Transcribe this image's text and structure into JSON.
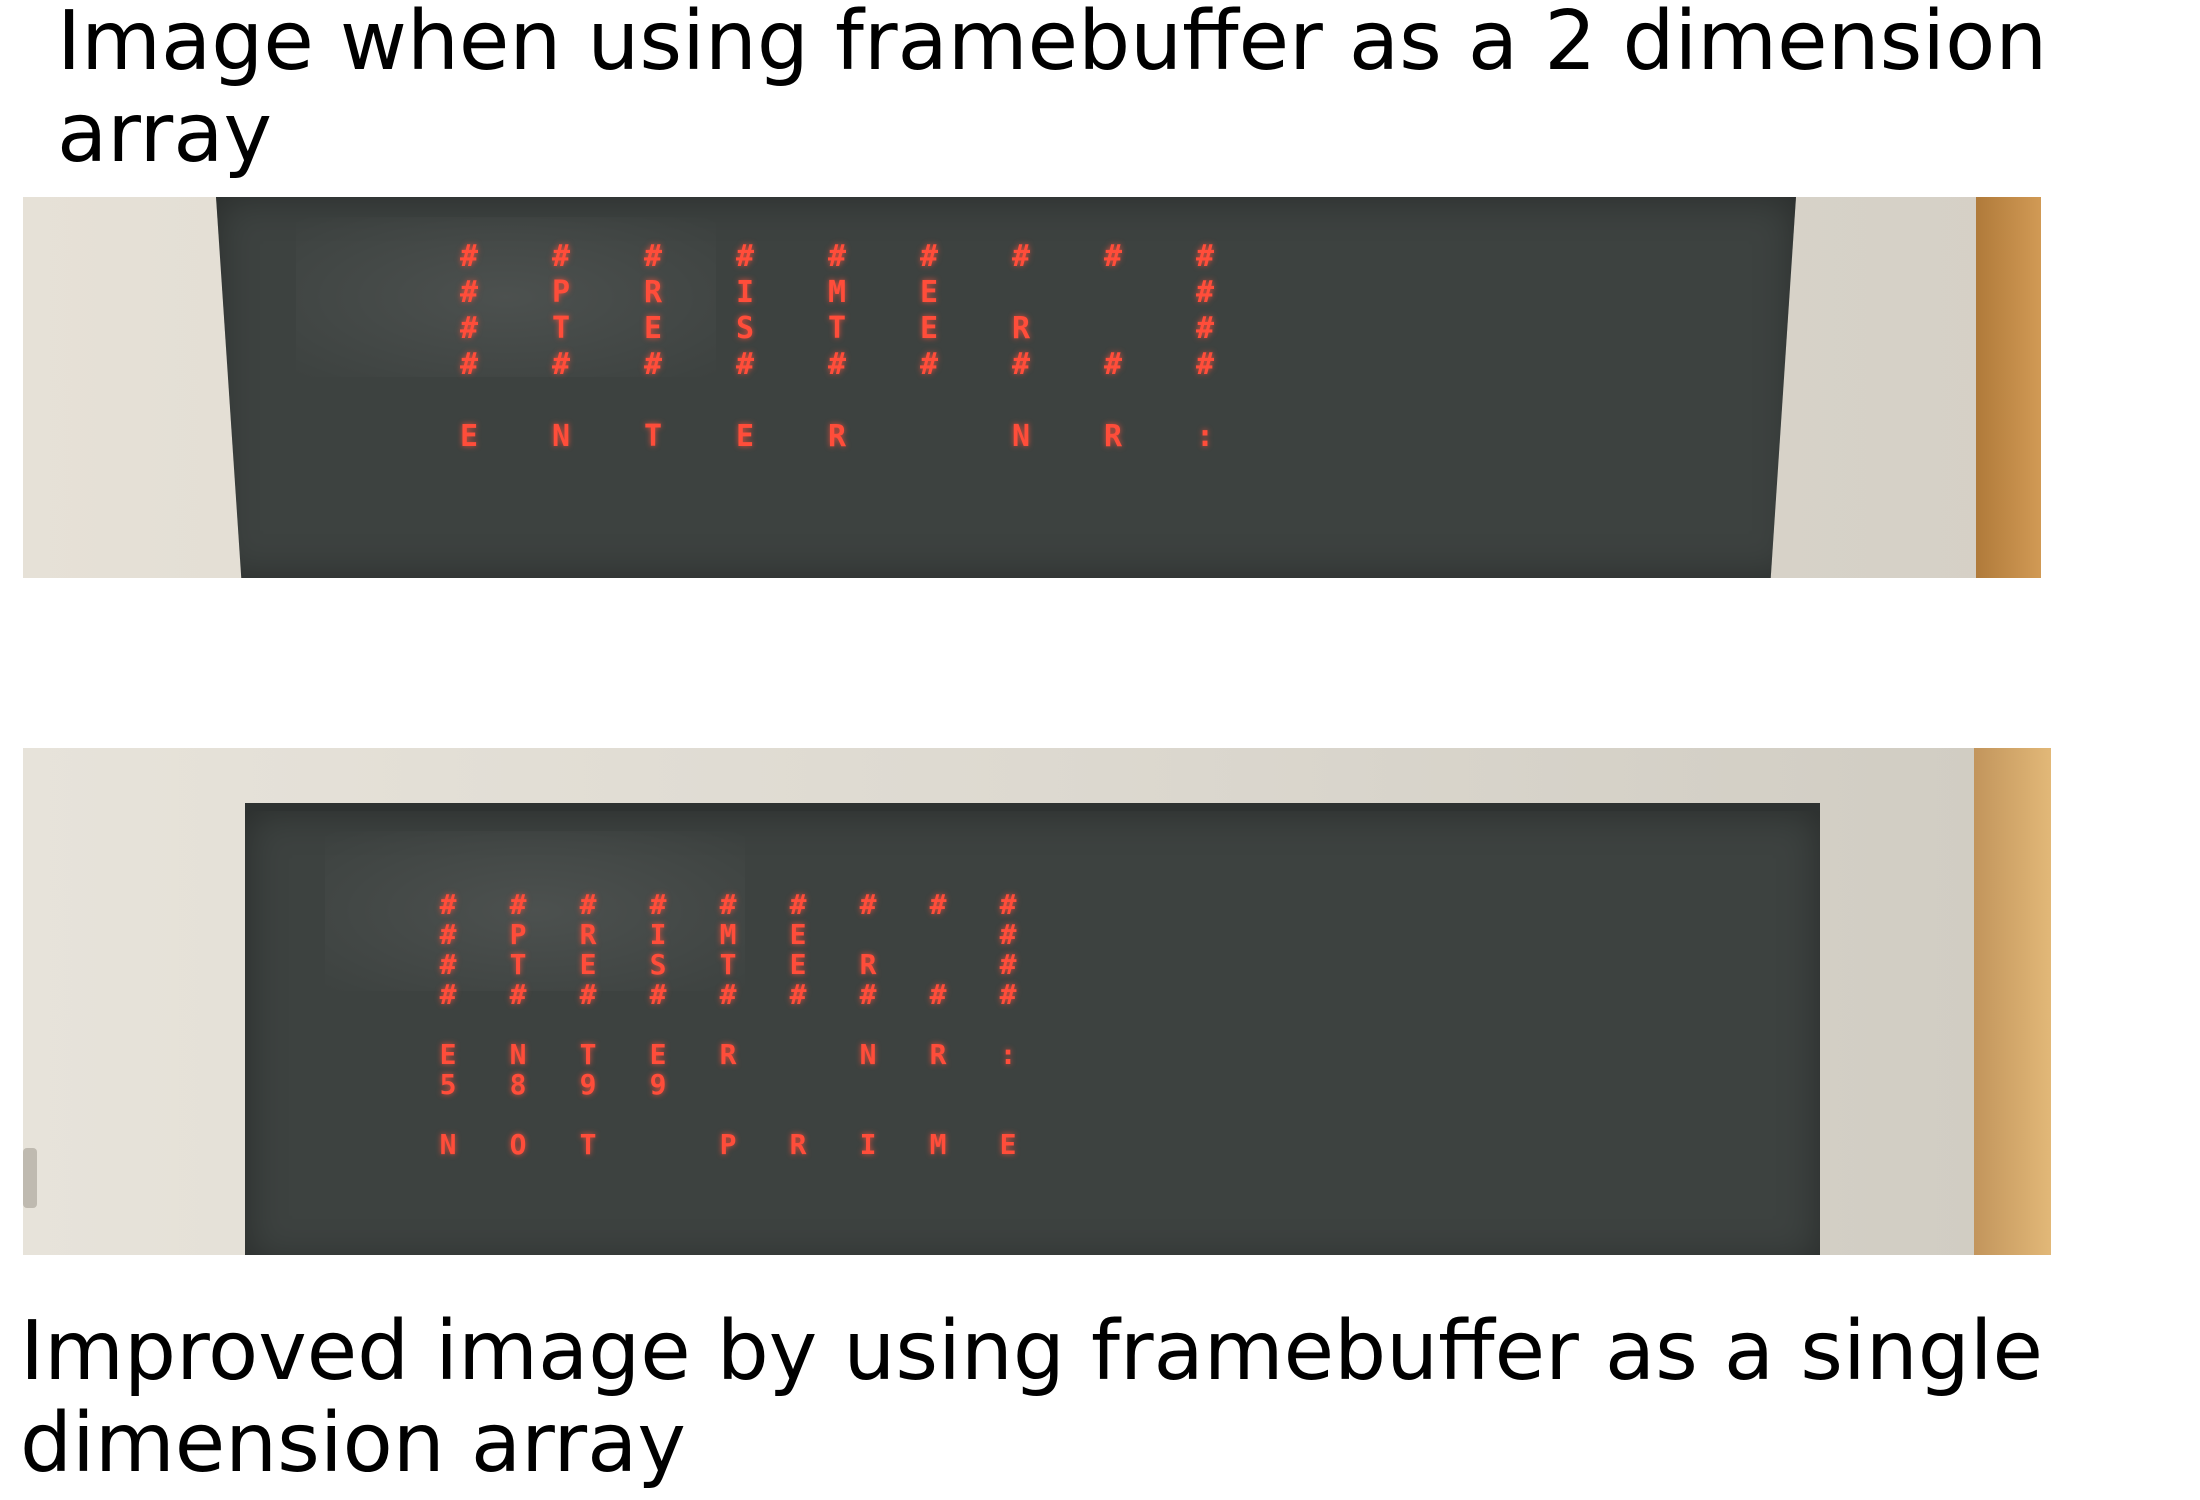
{
  "captions": {
    "top_line1": "Image when using framebuffer as a 2 dimension",
    "top_line2": "array",
    "bottom_line1": "Improved image by using framebuffer as a single",
    "bottom_line2": "dimension array"
  },
  "screen_top": {
    "row1": [
      "#",
      "#",
      "#",
      "#",
      "#",
      "#",
      "#",
      "#",
      "#"
    ],
    "row2": [
      "#",
      "P",
      "R",
      "I",
      "M",
      "E",
      "",
      "",
      "#"
    ],
    "row3": [
      "#",
      "T",
      "E",
      "S",
      "T",
      "E",
      "R",
      "",
      "#"
    ],
    "row4": [
      "#",
      "#",
      "#",
      "#",
      "#",
      "#",
      "#",
      "#",
      "#"
    ],
    "row5": [
      "E",
      "N",
      "T",
      "E",
      "R",
      "",
      "N",
      "R",
      ":"
    ]
  },
  "screen_bottom": {
    "row1": [
      "#",
      "#",
      "#",
      "#",
      "#",
      "#",
      "#",
      "#",
      "#"
    ],
    "row2": [
      "#",
      "P",
      "R",
      "I",
      "M",
      "E",
      "",
      "",
      "#"
    ],
    "row3": [
      "#",
      "T",
      "E",
      "S",
      "T",
      "E",
      "R",
      "",
      "#"
    ],
    "row4": [
      "#",
      "#",
      "#",
      "#",
      "#",
      "#",
      "#",
      "#",
      "#"
    ],
    "row5": [
      "E",
      "N",
      "T",
      "E",
      "R",
      "",
      "N",
      "R",
      ":"
    ],
    "row6": [
      "5",
      "8",
      "9",
      "9",
      "",
      "",
      "",
      "",
      ""
    ],
    "row7": [
      "N",
      "O",
      "T",
      "",
      "P",
      "R",
      "I",
      "M",
      "E"
    ]
  },
  "colors": {
    "screen_bg": "#3d4240",
    "phosphor": "#ff4d3a"
  }
}
